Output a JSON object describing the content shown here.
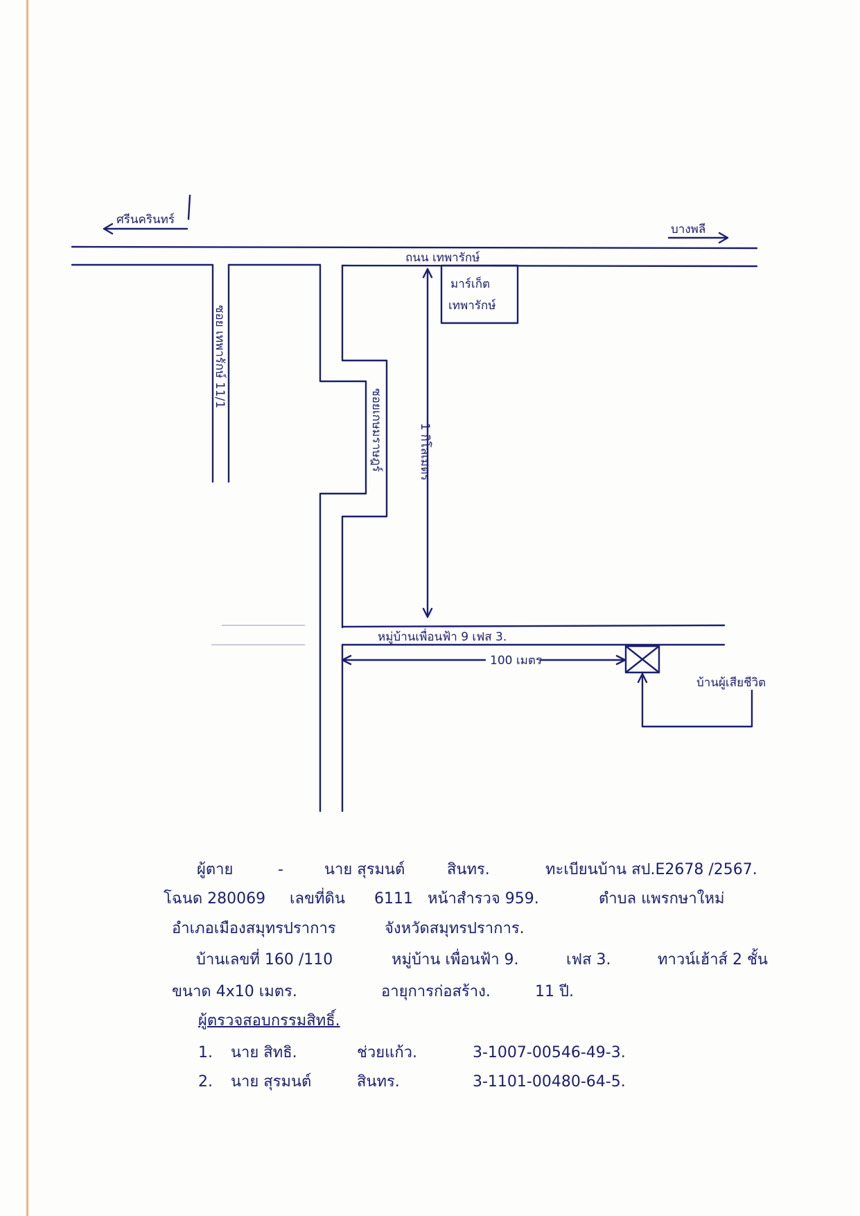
{
  "map": {
    "direction_left": "ศรีนครินทร์",
    "direction_right": "บางพลี",
    "main_road": "ถนน เทพารักษ์",
    "landmark_market": [
      "มาร์เก็ต",
      "เทพารักษ์"
    ],
    "soi_left": "ซอย เทพารักษ์ 11/1",
    "soi_right": "ซอยเกษมราษฎร์",
    "distance_vertical": "1 กิโลเมตร",
    "village_road": "หมู่บ้านเพื่อนฟ้า 9 เฟส 3.",
    "distance_horizontal": "100 เมตร",
    "house_label": "บ้านผู้เสียชีวิต"
  },
  "notes": {
    "line1": [
      "ผู้ตาย",
      "-",
      "นาย สุรมนต์",
      "สินทร.",
      "ทะเบียนบ้าน สป.E2678 /2567."
    ],
    "line2": [
      "โฉนด 280069",
      "เลขที่ดิน",
      "6111",
      "หน้าสำรวจ 959.",
      "ตำบล แพรกษาใหม่"
    ],
    "line3": [
      "อำเภอเมืองสมุทรปราการ",
      "จังหวัดสมุทรปราการ."
    ],
    "line4": [
      "บ้านเลขที่ 160 /110",
      "หมู่บ้าน เพื่อนฟ้า 9.",
      "เฟส 3.",
      "ทาวน์เฮ้าส์ 2 ชั้น"
    ],
    "line5": [
      "ขนาด 4x10 เมตร.",
      "อายุการก่อสร้าง.",
      "11 ปี."
    ],
    "witness_heading": "ผู้ตรวจสอบกรรมสิทธิ์.",
    "witnesses": [
      {
        "no": "1.",
        "name": "นาย สิทธิ.",
        "surname": "ช่วยแก้ว.",
        "id": "3-1007-00546-49-3."
      },
      {
        "no": "2.",
        "name": "นาย สุรมนต์",
        "surname": "สินทร.",
        "id": "3-1101-00480-64-5."
      }
    ]
  }
}
